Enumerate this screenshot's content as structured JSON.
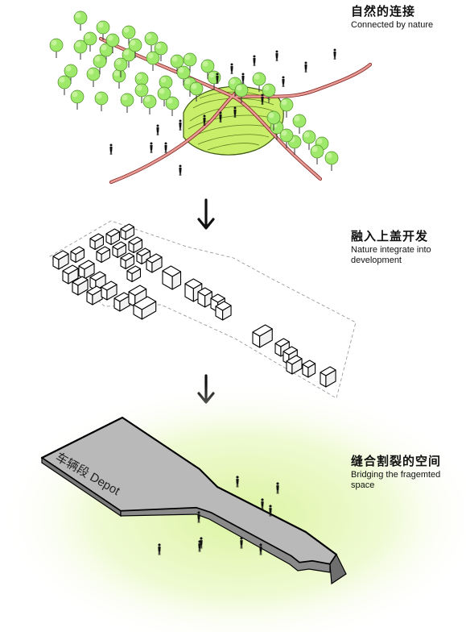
{
  "steps": [
    {
      "title_zh": "自然的连接",
      "title_en": "Connected by nature"
    },
    {
      "title_zh": "融入上盖开发",
      "title_en": "Nature integrate into development"
    },
    {
      "title_zh": "缝合割裂的空间",
      "title_en": "Bridging the fragemted space"
    }
  ],
  "depot_label": "车辆段 Depot",
  "colors": {
    "tree": "#9ee86a",
    "tree_dark": "#4f8f2a",
    "hill": "#c8ee6a",
    "path": "#e99a95",
    "depot": "#b8b8b8",
    "glow": "#e6f7b8",
    "ink": "#111111"
  }
}
